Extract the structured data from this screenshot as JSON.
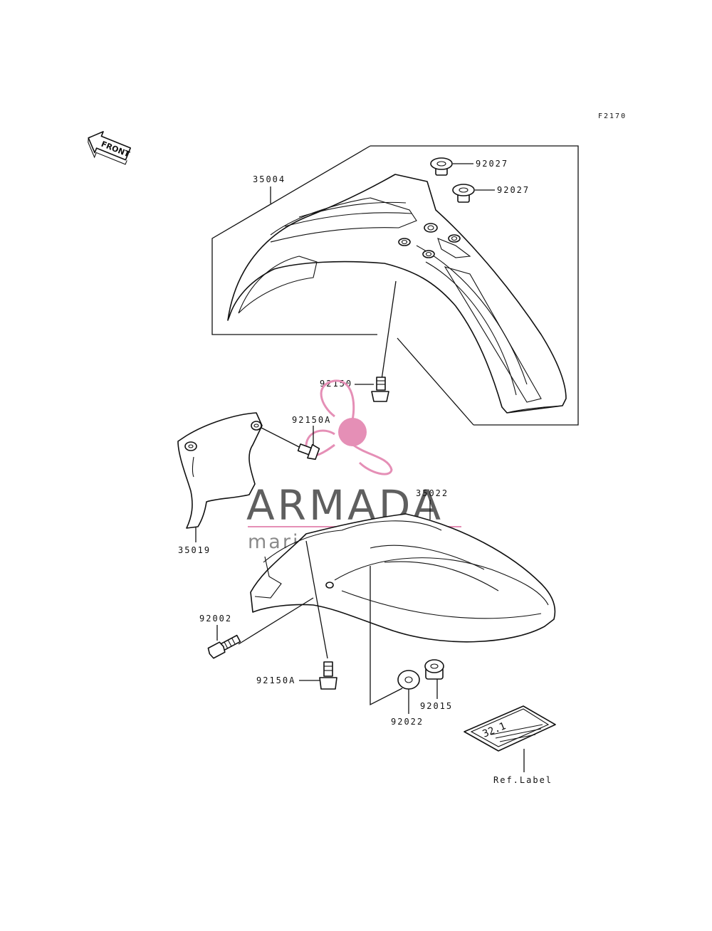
{
  "figure_code": "F2170",
  "front_arrow_label": "FRONT",
  "part_labels": {
    "p35004": "35004",
    "p92027_a": "92027",
    "p92027_b": "92027",
    "p92150": "92150",
    "p92150A_top": "92150A",
    "p35019": "35019",
    "p35022": "35022",
    "p92002": "92002",
    "p92150A_bottom": "92150A",
    "p92022": "92022",
    "p92015": "92015",
    "ref_label": "Ref.Label"
  },
  "ref_label_plate_text": "32.1",
  "watermark": {
    "title": "ARMADA",
    "subtitle": "marine outboards",
    "accent_color": "#e58fb6"
  }
}
